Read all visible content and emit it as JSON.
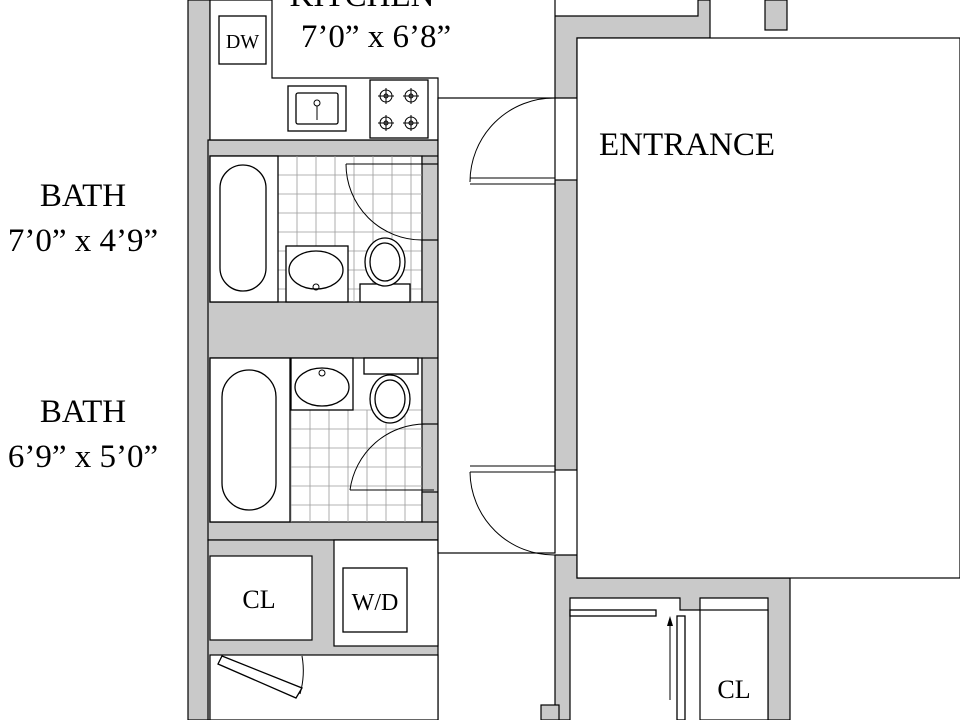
{
  "labels": {
    "kitchen_title": "KITCHEN",
    "kitchen_dims": "7’0” x 6’8”",
    "dishwasher": "DW",
    "entrance": "ENTRANCE",
    "bath1_title": "BATH",
    "bath1_dims": "7’0” x 4’9”",
    "bath2_title": "BATH",
    "bath2_dims": "6’9” x 5’0”",
    "closet_left": "CL",
    "washer_dryer": "W/D",
    "closet_right": "CL"
  }
}
